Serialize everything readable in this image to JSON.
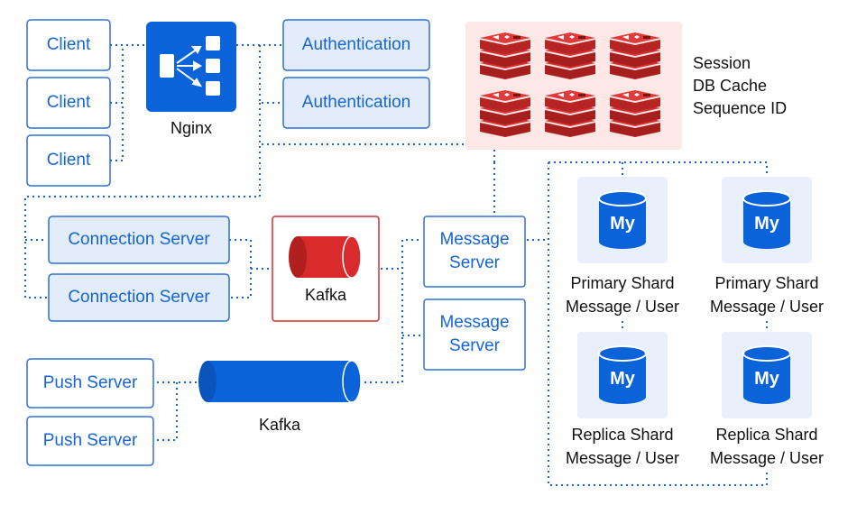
{
  "colors": {
    "accent_blue": "#1565d8",
    "box_fill_light": "#e3edf9",
    "border_blue": "#2f6fd6",
    "nginx_blue": "#0b63d9",
    "kafka_red": "#d92b2b",
    "redis_panel": "#fde8e6",
    "redis_red": "#c92a2a",
    "shard_panel": "#e8f1fb",
    "mysql_blue": "#0b63d9"
  },
  "clients": [
    "Client",
    "Client",
    "Client"
  ],
  "nginx": {
    "label": "Nginx",
    "icon": "load-balancer-icon"
  },
  "auth": [
    "Authentication",
    "Authentication"
  ],
  "cache": {
    "icon": "redis-icon",
    "lines": [
      "Session",
      "DB Cache",
      "Sequence ID"
    ]
  },
  "connection_servers": [
    "Connection Server",
    "Connection Server"
  ],
  "kafka_main": {
    "label": "Kafka",
    "icon": "kafka-cylinder-icon"
  },
  "message_servers": [
    {
      "line1": "Message",
      "line2": "Server"
    },
    {
      "line1": "Message",
      "line2": "Server"
    }
  ],
  "push_servers": [
    "Push Server",
    "Push Server"
  ],
  "kafka_push": {
    "label": "Kafka",
    "icon": "kafka-cylinder-icon"
  },
  "shards": {
    "primary": [
      {
        "line1": "Primary Shard",
        "line2": "Message / User",
        "icon": "mysql-icon"
      },
      {
        "line1": "Primary Shard",
        "line2": "Message / User",
        "icon": "mysql-icon"
      }
    ],
    "replica": [
      {
        "line1": "Replica Shard",
        "line2": "Message / User",
        "icon": "mysql-icon"
      },
      {
        "line1": "Replica Shard",
        "line2": "Message / User",
        "icon": "mysql-icon"
      }
    ],
    "db_badge": "My"
  }
}
